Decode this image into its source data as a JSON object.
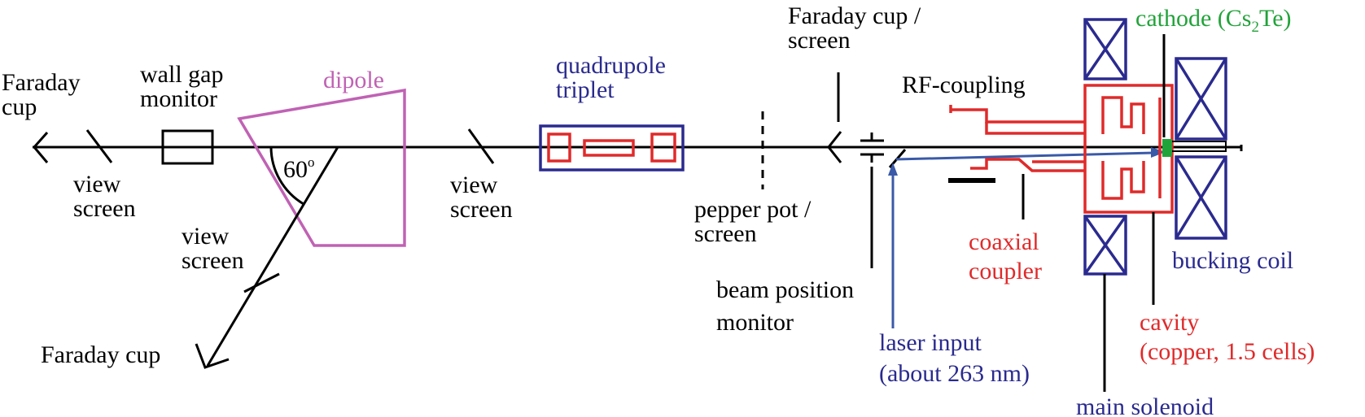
{
  "colors": {
    "black": "#000000",
    "blue": "#2a2a8f",
    "red": "#e02a2a",
    "magenta": "#c062b4",
    "green": "#22a33a",
    "laser": "#3a5aa8"
  },
  "labels": {
    "faraday_cup_left": [
      "Faraday",
      "cup"
    ],
    "view_screen_1": [
      "view",
      "screen"
    ],
    "wall_gap_monitor": [
      "wall gap",
      "monitor"
    ],
    "dipole": "dipole",
    "angle": "60",
    "angle_sup": "o",
    "view_screen_2": [
      "view",
      "screen"
    ],
    "faraday_cup_bottom": "Faraday cup",
    "view_screen_3": [
      "view",
      "screen"
    ],
    "quadrupole_triplet": [
      "quadrupole",
      "triplet"
    ],
    "pepper_pot": [
      "pepper pot /",
      "screen"
    ],
    "faraday_cup_screen": [
      "Faraday cup /",
      "screen"
    ],
    "beam_position_monitor": [
      "beam position",
      "monitor"
    ],
    "rf_coupling": "RF-coupling",
    "laser_input": [
      "laser input",
      "(about 263 nm)"
    ],
    "coaxial_coupler": [
      "coaxial",
      "coupler"
    ],
    "cathode_prefix": "cathode (Cs",
    "cathode_sub": "2",
    "cathode_suffix": "Te)",
    "bucking_coil": "bucking coil",
    "cavity": [
      "cavity",
      "(copper, 1.5 cells)"
    ],
    "main_solenoid": "main solenoid"
  }
}
